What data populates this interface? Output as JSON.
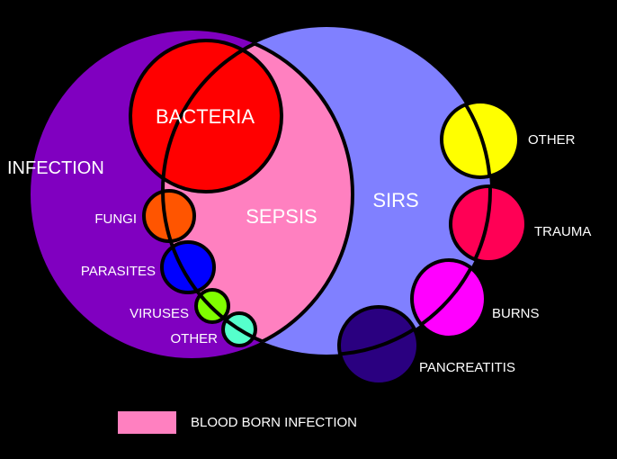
{
  "title_regions": {
    "infection": "INFECTION",
    "sirs": "SIRS",
    "sepsis": "SEPSIS"
  },
  "infection_causes": [
    {
      "label": "BACTERIA",
      "color": "#ff0000"
    },
    {
      "label": "FUNGI",
      "color": "#ff5500"
    },
    {
      "label": "PARASITES",
      "color": "#0000ff"
    },
    {
      "label": "VIRUSES",
      "color": "#80ff00"
    },
    {
      "label": "OTHER",
      "color": "#55ffcc"
    }
  ],
  "sirs_causes": [
    {
      "label": "OTHER",
      "color": "#ffff00"
    },
    {
      "label": "TRAUMA",
      "color": "#ff0055"
    },
    {
      "label": "BURNS",
      "color": "#ff00ff"
    },
    {
      "label": "PANCREATITIS",
      "color": "#2a0080"
    }
  ],
  "legend": {
    "label": "BLOOD BORN INFECTION",
    "color": "#ff80c0"
  },
  "colors": {
    "infection": "#8000c0",
    "sirs": "#8080ff",
    "sepsis": "#ff80c0"
  }
}
